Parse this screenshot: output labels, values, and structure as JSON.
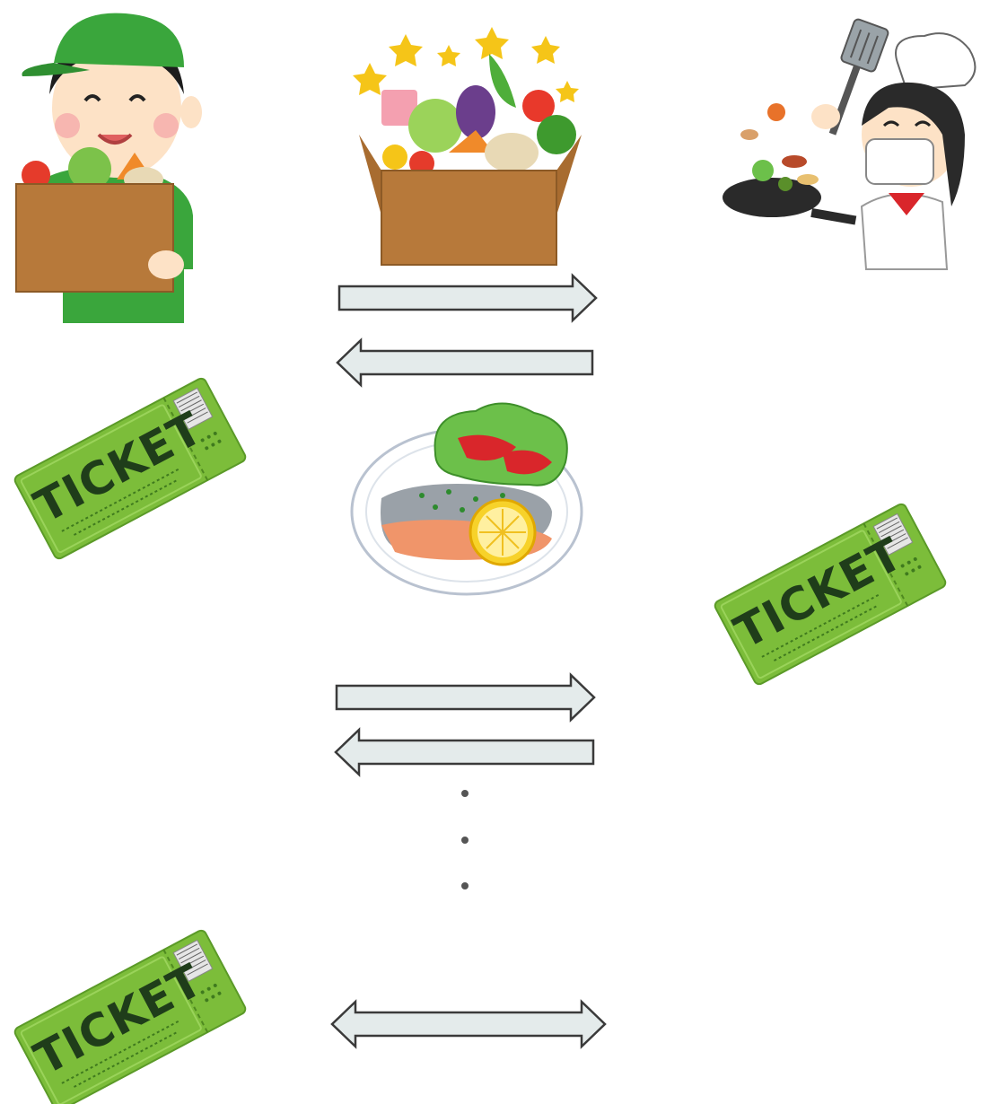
{
  "tickets": [
    {
      "text": "TICKET"
    },
    {
      "text": "TICKET"
    },
    {
      "text": "TICKET"
    }
  ],
  "figures": {
    "delivery_person": "delivery-person-with-vegetable-box",
    "vegetable_box": "vegetable-box-with-sparkles",
    "chef": "chef-tossing-frying-pan",
    "dish": "grilled-salmon-plate-with-lemon-and-tomato"
  },
  "arrows": [
    "right",
    "left",
    "right",
    "left",
    "double"
  ],
  "continuation": "vertical-ellipsis",
  "colors": {
    "ticket_green": "#7cbd3a",
    "arrow_fill": "#e4ebeb",
    "arrow_stroke": "#3a3a3a",
    "uniform_green": "#3aa63c",
    "box_brown": "#b7793a"
  }
}
